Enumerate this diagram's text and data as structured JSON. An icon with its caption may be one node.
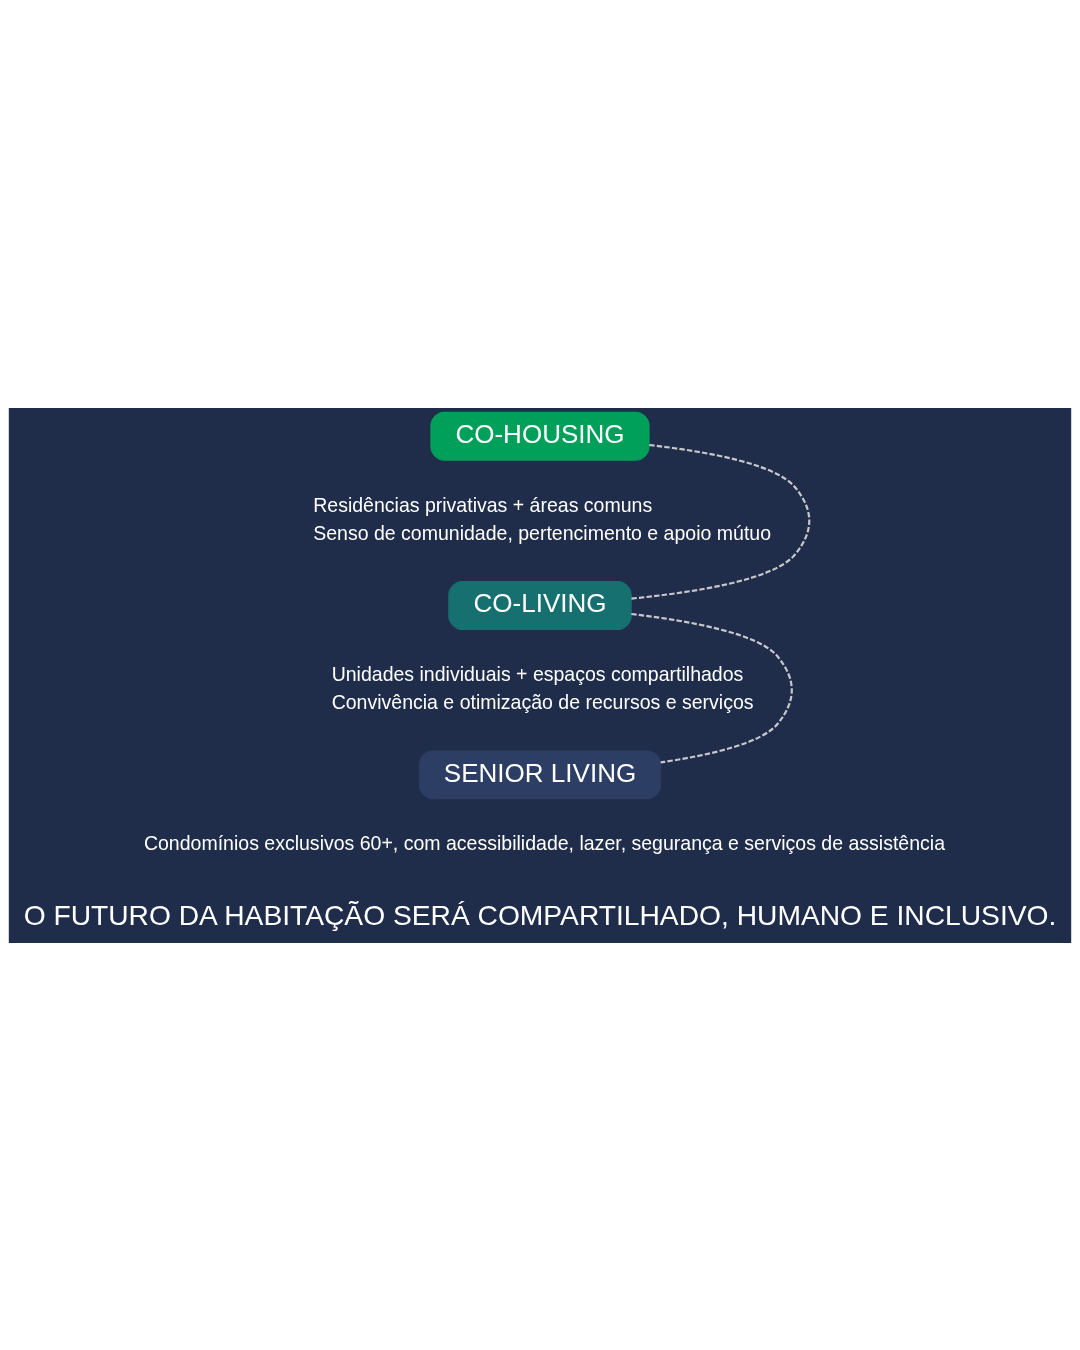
{
  "diagram": {
    "caption": "O FUTURO DA HABITAÇÃO SERÁ COMPARTILHADO, HUMANO E INCLUSIVO.",
    "nodes": [
      {
        "text": [
          "CO-HOUSING"
        ],
        "beside": [
          "Residências privativas + áreas comuns",
          "Senso de comunidade, pertencimento e apoio mútuo"
        ]
      },
      {
        "text": [
          "CO-LIVING"
        ],
        "beside": [
          "Unidades individuais + espaços compartilhados",
          "Convivência e otimização de recursos e serviços"
        ]
      },
      {
        "text": [
          "SENIOR LIVING"
        ],
        "beside": [
          "Condomínios exclusivos 60+, com acessibilidade, lazer, segurança e serviços de assistência"
        ]
      }
    ],
    "edges": [
      {
        "from": 0,
        "to": 1,
        "arrow": "none",
        "style": "dashed"
      },
      {
        "from": 1,
        "to": 2,
        "arrow": "none",
        "style": "dashed"
      }
    ]
  }
}
